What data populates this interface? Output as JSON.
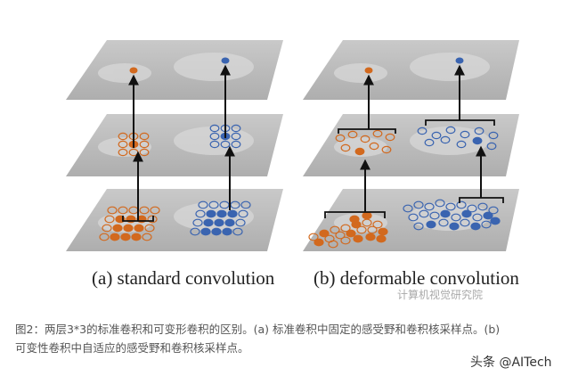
{
  "figure": {
    "label_a": "(a) standard convolution",
    "label_b": "(b) deformable convolution"
  },
  "watermark": "计算机视觉研究院",
  "caption": {
    "line1": "图2：两层3*3的标准卷积和可变形卷积的区别。(a) 标准卷积中固定的感受野和卷积核采样点。(b)",
    "line2": "可变性卷积中自适应的感受野和卷积核采样点。"
  },
  "source": "头条 @AITech",
  "colors": {
    "standard_sampling": "#d2691e",
    "deformable_sampling": "#3a64b0",
    "plane": "#b9b9b9",
    "arrow": "#111111"
  }
}
